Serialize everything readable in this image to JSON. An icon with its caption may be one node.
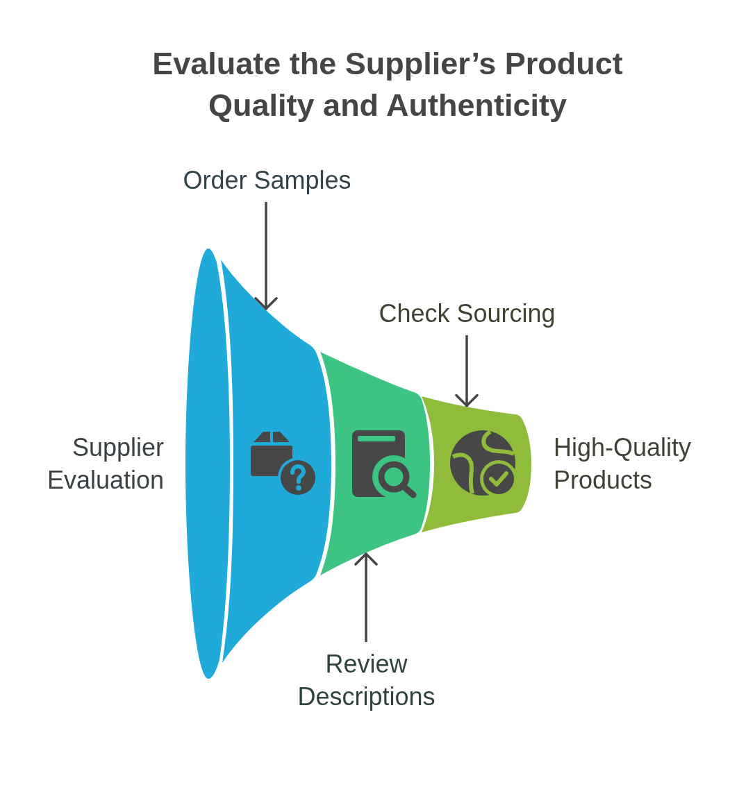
{
  "diagram": {
    "title": "Evaluate the Supplier’s Product Quality and Authenticity",
    "nodes": [
      {
        "text": [
          "Order Samples"
        ]
      },
      {
        "text": [
          "Check Sourcing"
        ]
      },
      {
        "text": [],
        "shape": "funnel",
        "beside": [
          "Supplier Evaluation"
        ]
      },
      {
        "text": [],
        "shape": "funnel"
      },
      {
        "text": [],
        "shape": "funnel",
        "beside": [
          "High-Quality Products"
        ]
      },
      {
        "text": [
          "Review Descriptions"
        ]
      }
    ],
    "edges": [
      {
        "from": 0,
        "to": 2,
        "arrow": "to"
      },
      {
        "from": 1,
        "to": 4,
        "arrow": "to"
      },
      {
        "from": 5,
        "to": 3,
        "arrow": "to"
      }
    ]
  }
}
